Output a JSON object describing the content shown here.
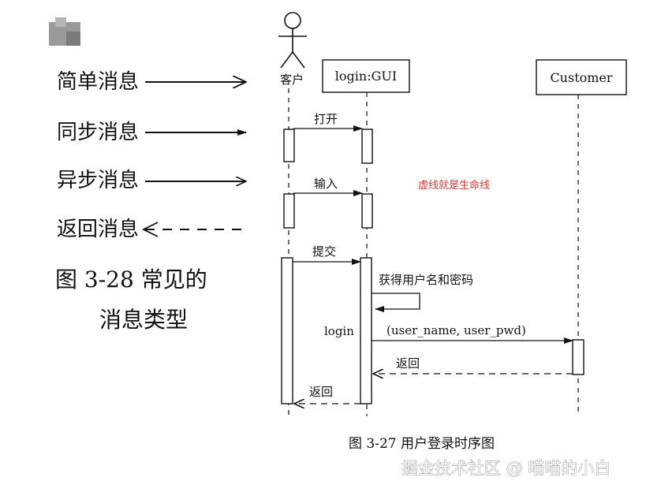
{
  "legend": {
    "items": [
      {
        "label": "简单消息",
        "kind": "simple"
      },
      {
        "label": "同步消息",
        "kind": "sync"
      },
      {
        "label": "异步消息",
        "kind": "async"
      },
      {
        "label": "返回消息",
        "kind": "return"
      }
    ],
    "figure_title_line1": "图 3-28   常见的",
    "figure_title_line2": "消息类型"
  },
  "diagram": {
    "actor_label": "客户",
    "gui_label": "login:GUI",
    "customer_label": "Customer",
    "messages": {
      "open": "打开",
      "input": "输入",
      "submit": "提交",
      "get_credentials": "获得用户名和密码",
      "login": "login",
      "login_params": "(user_name, user_pwd)",
      "return_customer": "返回",
      "return_actor": "返回"
    },
    "lifeline_note": "虚线就是生命线",
    "caption": "图 3-27    用户登录时序图"
  },
  "watermark": "掘金技术社区 @ 喵喵的小白",
  "colors": {
    "ink": "#111111",
    "note": "#d83a2e",
    "blur": "#8a8a8a"
  }
}
